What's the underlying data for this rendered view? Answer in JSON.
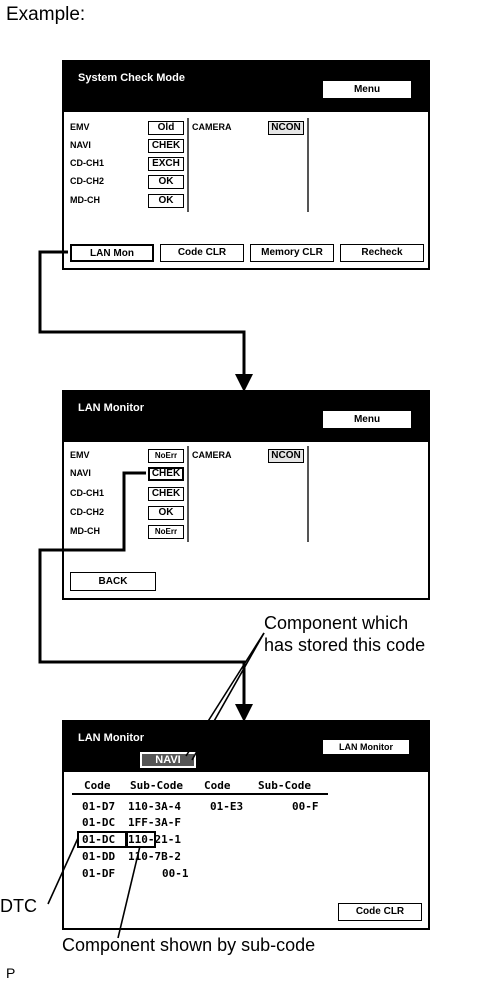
{
  "heading": "Example:",
  "screen1": {
    "title": "System Check Mode",
    "menu_label": "Menu",
    "rows": [
      {
        "name": "EMV",
        "status": "Old"
      },
      {
        "name": "NAVI",
        "status": "CHEK"
      },
      {
        "name": "CD-CH1",
        "status": "EXCH"
      },
      {
        "name": "CD-CH2",
        "status": "OK"
      },
      {
        "name": "MD-CH",
        "status": "OK"
      }
    ],
    "camera_label": "CAMERA",
    "camera_status": "NCON",
    "buttons": [
      "LAN Mon",
      "Code CLR",
      "Memory CLR",
      "Recheck"
    ]
  },
  "screen2": {
    "title": "LAN Monitor",
    "menu_label": "Menu",
    "rows": [
      {
        "name": "EMV",
        "status": "NoErr"
      },
      {
        "name": "NAVI",
        "status": "CHEK"
      },
      {
        "name": "CD-CH1",
        "status": "CHEK"
      },
      {
        "name": "CD-CH2",
        "status": "OK"
      },
      {
        "name": "MD-CH",
        "status": "NoErr"
      }
    ],
    "camera_label": "CAMERA",
    "camera_status": "NCON",
    "back_label": "BACK"
  },
  "screen3": {
    "title": "LAN Monitor",
    "component": "NAVI",
    "button_label": "LAN Monitor",
    "headers": [
      "Code",
      "Sub-Code",
      "Code",
      "Sub-Code"
    ],
    "codes_left": [
      "01-D7",
      "01-DC",
      "01-DC",
      "01-DD",
      "01-DF"
    ],
    "subcodes_left": [
      "110-3A-4",
      "1FF-3A-F",
      "110-21-1",
      "110-7B-2",
      "00-1"
    ],
    "codes_right": [
      "01-E3"
    ],
    "subcodes_right": [
      "00-F"
    ],
    "code_clr_label": "Code CLR"
  },
  "callouts": {
    "component_stored": "Component which\nhas stored this code",
    "dtc": "DTC",
    "component_subcode": "Component shown by sub-code"
  },
  "footer_letter": "P"
}
